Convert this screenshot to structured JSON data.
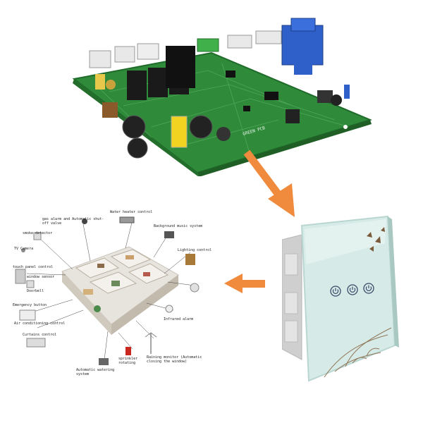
{
  "colors": {
    "pcb": "#2f8a3a",
    "pcb_dark": "#1f6b2a",
    "arrow": "#f08a3c",
    "panel": "#d6ebe7",
    "panel_edge": "#b9d6d1",
    "relay_blue": "#2f5fc8",
    "floor": "#e7e3dd"
  },
  "icons": [
    "circuit-board",
    "arrow-down",
    "arrow-left",
    "touch-switch-panel",
    "power-icon",
    "butterfly-icon",
    "smart-home-diagram"
  ],
  "pcb": {
    "label_text": "GREEN PCB"
  },
  "smart_home": {
    "labels": [
      {
        "id": "water-heater",
        "text": "Water heater control"
      },
      {
        "id": "gas-alarm",
        "text": "gas alarm and Automatic shut-off valve"
      },
      {
        "id": "background-music",
        "text": "Background music system"
      },
      {
        "id": "smoke-detector",
        "text": "smoke detector"
      },
      {
        "id": "tv-camera",
        "text": "TV Camera"
      },
      {
        "id": "lighting-control",
        "text": "Lighting control"
      },
      {
        "id": "touch-panel",
        "text": "touch panel control"
      },
      {
        "id": "window-sensor",
        "text": "window sensor"
      },
      {
        "id": "doorbell",
        "text": "Doorbell"
      },
      {
        "id": "emergency-button",
        "text": "Emergency button"
      },
      {
        "id": "air-conditioning",
        "text": "Air conditioning control"
      },
      {
        "id": "infrared-alarm",
        "text": "Infrared alarm"
      },
      {
        "id": "curtains-control",
        "text": "Curtains control"
      },
      {
        "id": "automatic-watering",
        "text": "Automatic watering system"
      },
      {
        "id": "sprinkler",
        "text": "sprinkler rotating"
      },
      {
        "id": "raining-monitor",
        "text": "Raining monitor (Automatic closing the window)"
      }
    ]
  },
  "panel": {
    "buttons": [
      {
        "id": "switch-1",
        "state": "on"
      },
      {
        "id": "switch-2",
        "state": "on"
      },
      {
        "id": "switch-3",
        "state": "on"
      }
    ]
  }
}
